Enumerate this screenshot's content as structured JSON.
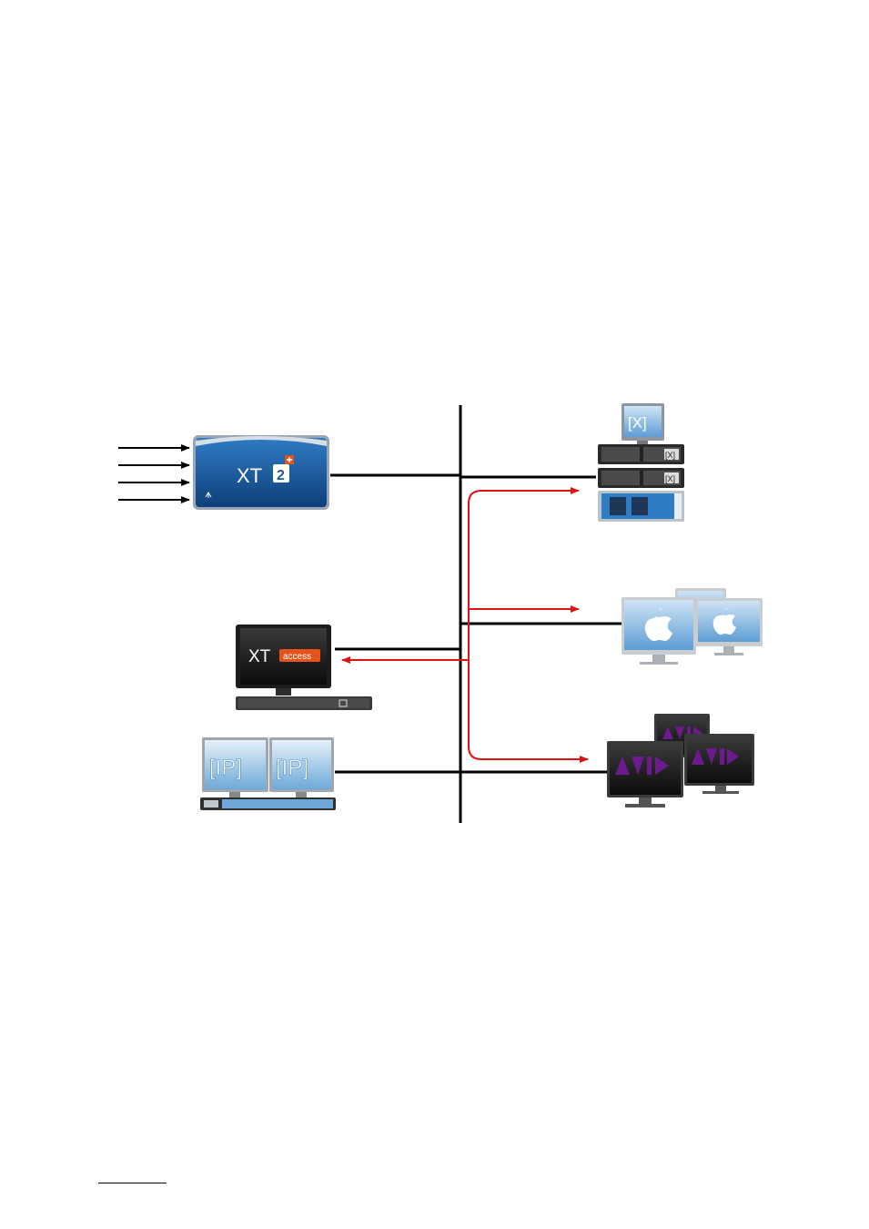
{
  "diagram": {
    "devices": {
      "xt_server": {
        "logo_text": "XT",
        "logo_sup": "2",
        "icon": "xt2-server-icon"
      },
      "xt_access": {
        "logo_text": "XT",
        "logo_badge": "access",
        "icon": "xt-access-workstation-icon"
      },
      "ipdirector": {
        "logo_left": "[IP]",
        "logo_right": "[IP]",
        "icon": "ipdirector-workstations-icon"
      },
      "xfile": {
        "logo": "[X]",
        "icon": "xfile-server-stack-icon"
      },
      "apple": {
        "icon": "apple-workstations-icon"
      },
      "avid": {
        "icon": "avid-workstations-icon"
      }
    },
    "colors": {
      "network": "#000000",
      "transfer": "#e0120f",
      "xt_blue": "#1b5a9c",
      "access_orange": "#e5531b",
      "avid_purple": "#6b1b8e",
      "ip_blue": "#7ab3d9"
    }
  }
}
